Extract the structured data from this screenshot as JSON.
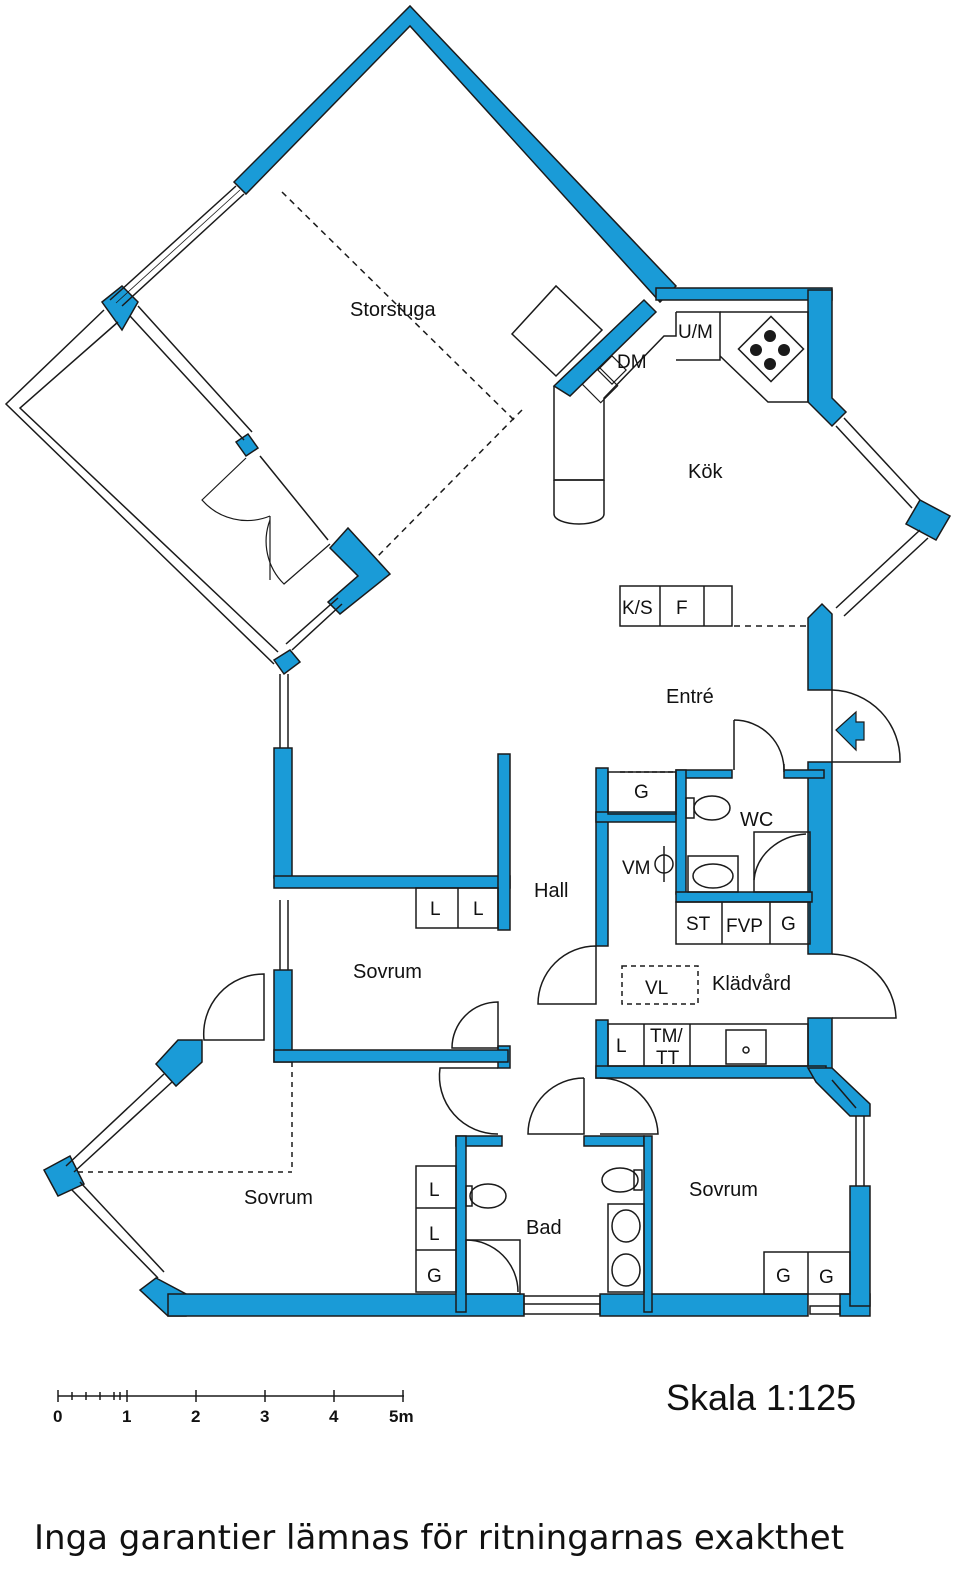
{
  "colors": {
    "wall": "#1a9bd7",
    "line": "#1a1a1a",
    "background": "#ffffff"
  },
  "rooms": {
    "storstuga": "Storstuga",
    "kok": "Kök",
    "entre": "Entré",
    "hall": "Hall",
    "wc": "WC",
    "kladvard": "Klädvård",
    "bad": "Bad",
    "sovrum_north": "Sovrum",
    "sovrum_southwest": "Sovrum",
    "sovrum_southeast": "Sovrum"
  },
  "fixtures": {
    "dm": "DM",
    "um": "U/M",
    "ks": "K/S",
    "f": "F",
    "g_hall": "G",
    "vm": "VM",
    "st": "ST",
    "fvp": "FVP",
    "g_kladvard": "G",
    "vl": "VL",
    "l_kladvard": "L",
    "tm_tt_line1": "TM/",
    "tm_tt_line2": "TT",
    "l_sovrum1": "L",
    "l_sovrum2": "L",
    "l_sovrum3": "L",
    "l_sovrum4": "L",
    "g_sovrum_sw": "G",
    "g_sovrum_se1": "G",
    "g_sovrum_se2": "G"
  },
  "scale": {
    "title": "Skala 1:125",
    "ticks": [
      "0",
      "1",
      "2",
      "3",
      "4",
      "5m"
    ]
  },
  "disclaimer": "Inga garantier lämnas för ritningarnas exakthet"
}
